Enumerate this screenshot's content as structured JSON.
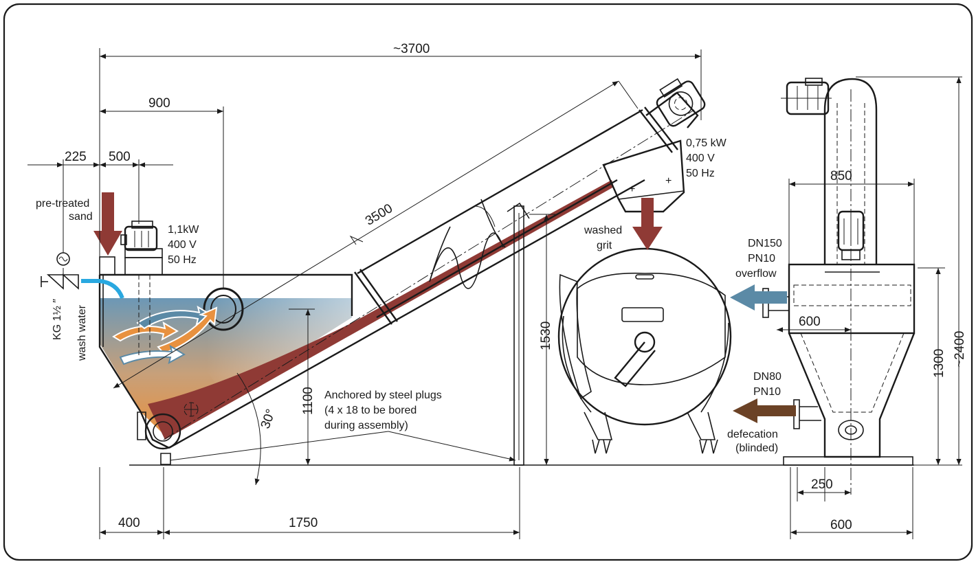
{
  "dimensions": {
    "overall_length": "~3700",
    "d900": "900",
    "d225": "225",
    "d500": "500",
    "d3500": "3500",
    "d1530": "1530",
    "d1100": "1100",
    "angle": "30°",
    "d400": "400",
    "d1750": "1750",
    "d850": "850",
    "d600_upper": "600",
    "d1300": "1300",
    "d2400": "~2400",
    "d250": "250",
    "d600_lower": "600"
  },
  "labels": {
    "inlet": [
      "pre-treated",
      "sand"
    ],
    "motor_left": [
      "1,1kW",
      "400 V",
      "50 Hz"
    ],
    "motor_right": [
      "0,75 kW",
      "400 V",
      "50 Hz"
    ],
    "washed": [
      "washed",
      "grit"
    ],
    "overflow": [
      "DN150",
      "PN10",
      "overflow"
    ],
    "defecation": [
      "DN80",
      "PN10",
      "defecation",
      "(blinded)"
    ],
    "anchor": [
      "Anchored by steel plugs",
      "(4 x   18 to be bored",
      "during assembly)"
    ],
    "pipe": "KG 1½ ″",
    "wash_water": "wash water"
  },
  "colors": {
    "grit": "#8f3a35",
    "sand_orange": "#e8913f",
    "water_blue": "#4f86a8",
    "wash_pipe": "#29a8e0",
    "arrow_red": "#8f3a35",
    "arrow_blue": "#5b8aa6",
    "arrow_brown": "#6b4226"
  }
}
